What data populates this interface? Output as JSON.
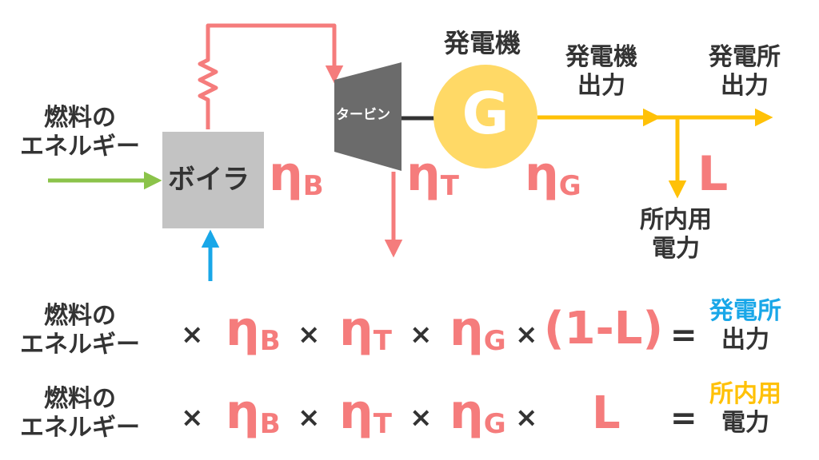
{
  "diagram": {
    "fuel_energy": [
      "燃料の",
      "エネルギー"
    ],
    "boiler": "ボイラ",
    "turbine": "タービン",
    "generator_label": "発電機",
    "generator_letter": "G",
    "generator_output": [
      "発電機",
      "出力"
    ],
    "plant_output": [
      "発電所",
      "出力"
    ],
    "house_power": [
      "所内用",
      "電力"
    ],
    "eta_symbol": "η",
    "eta_b_sub": "B",
    "eta_t_sub": "T",
    "eta_g_sub": "G",
    "L": "L"
  },
  "equations": [
    {
      "lhs": [
        "燃料の",
        "エネルギー"
      ],
      "times": "×",
      "eta": "η",
      "subs": [
        "B",
        "T",
        "G"
      ],
      "factor": "(1-L)",
      "equals": "=",
      "rhs_top": "発電所",
      "rhs_bottom": "出力",
      "rhs_color": "#19a7e8"
    },
    {
      "lhs": [
        "燃料の",
        "エネルギー"
      ],
      "times": "×",
      "eta": "η",
      "subs": [
        "B",
        "T",
        "G"
      ],
      "factor": "L",
      "equals": "=",
      "rhs_top": "所内用",
      "rhs_bottom": "電力",
      "rhs_color": "#ffc107"
    }
  ],
  "colors": {
    "steam": "#f57c7c",
    "electric": "#ffc107",
    "fuel_arrow": "#8bc34a",
    "air_arrow": "#19a7e8",
    "boiler_fill": "#c3c3c3",
    "turbine_fill": "#6b6b6b",
    "generator_fill": "#ffd966",
    "text": "#333333"
  }
}
